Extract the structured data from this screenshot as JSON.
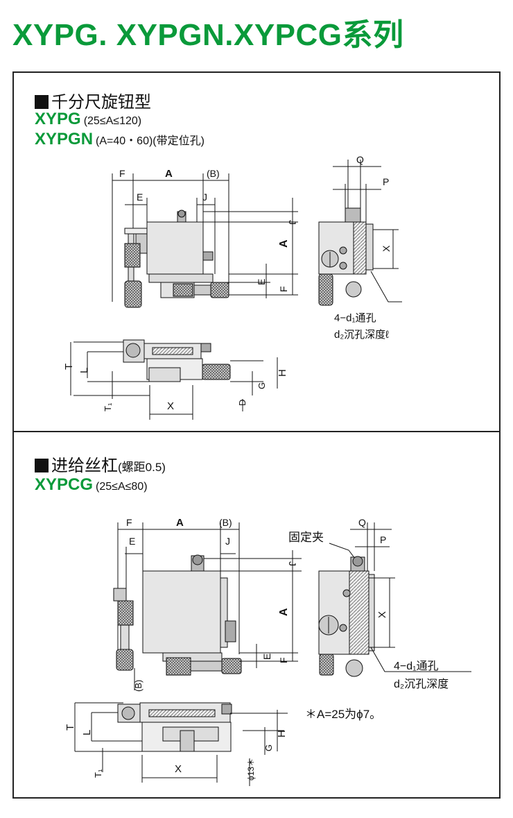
{
  "title": "XYPG. XYPGN.XYPCG系列",
  "sections": [
    {
      "heading": "千分尺旋钮型",
      "heading_note": "",
      "models": [
        {
          "code": "XYPG",
          "range": "(25≤A≤120)"
        },
        {
          "code": "XYPGN",
          "range": "(A=40・60)(带定位孔)"
        }
      ],
      "front_labels": {
        "f": "F",
        "a": "A",
        "b": "(B)",
        "e": "E",
        "j": "J",
        "j2": "J",
        "a2": "A",
        "e2": "E",
        "f2": "F"
      },
      "side_labels": {
        "q": "Q",
        "p": "P",
        "x": "X",
        "hole1": "4−d₁通孔",
        "hole2": "d₂沉孔深度ℓ"
      },
      "bottom_labels": {
        "t": "T",
        "l": "L",
        "t1": "T₁",
        "x": "X",
        "h": "H",
        "g": "G",
        "d": "D"
      }
    },
    {
      "heading": "进给丝杠",
      "heading_note": "(螺距0.5)",
      "models": [
        {
          "code": "XYPCG",
          "range": "(25≤A≤80)"
        }
      ],
      "front_labels": {
        "f": "F",
        "a": "A",
        "b": "(B)",
        "e": "E",
        "j": "J",
        "j2": "J",
        "a2": "A",
        "e2": "E",
        "f2": "F",
        "b2": "(B)"
      },
      "side_labels": {
        "clamp": "固定夹",
        "q": "Q",
        "p": "P",
        "x": "X",
        "hole1": "4−d₁通孔",
        "hole2": "d₂沉孔深度"
      },
      "bottom_labels": {
        "t": "T",
        "l": "L",
        "t1": "T₁",
        "x": "X",
        "h": "H",
        "g": "G",
        "phi": "ϕ13＊"
      },
      "note": "＊A=25为ϕ7。"
    }
  ],
  "colors": {
    "accent": "#0a9a3a",
    "line": "#111111",
    "body": "#e6e6e6",
    "body_dark": "#9a9a9a",
    "knurl": "#555555"
  }
}
